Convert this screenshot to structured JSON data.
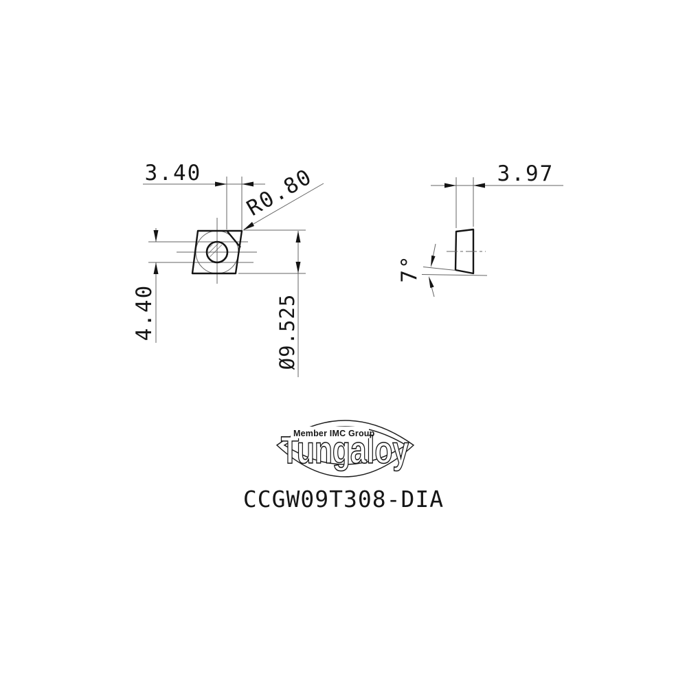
{
  "document": {
    "type": "technical-drawing",
    "part_number": "CCGW09T308-DIA",
    "background_color": "#ffffff",
    "line_color": "#141414",
    "thin_line_color": "#636363"
  },
  "front_view": {
    "description": "80-deg rhombic turning insert, front face with mounting hole, brazed tip at top-right corner",
    "dims": {
      "tip_width": "3.40",
      "corner_radius": "R0.80",
      "hole_diameter": "4.40",
      "inscribed_circle": "Ø9.525"
    }
  },
  "side_view": {
    "description": "insert thickness profile with clearance angle",
    "dims": {
      "thickness": "3.97",
      "clearance_angle": "7°"
    }
  },
  "logo": {
    "brand": "Tungaloy",
    "tagline": "Member IMC Group"
  },
  "footer": {
    "part_number": "CCGW09T308-DIA"
  }
}
